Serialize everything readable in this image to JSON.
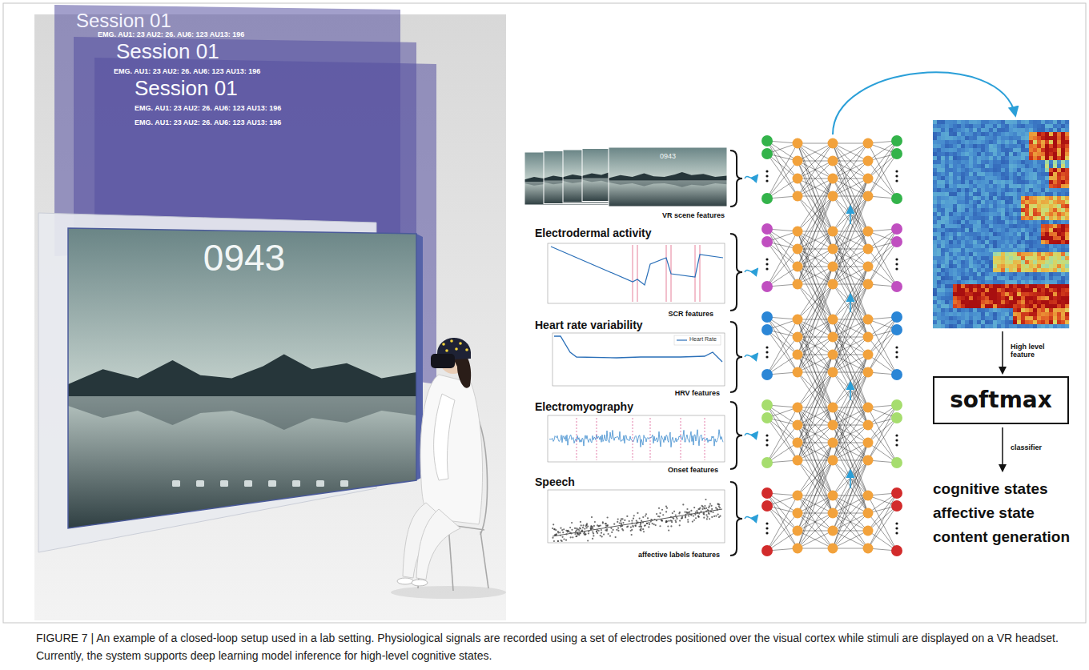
{
  "diagram": {
    "caption": "FIGURE 7 | An example of a closed-loop setup used in a lab setting. Physiological signals are recorded using a set of electrodes positioned over the visual cortex while stimuli are displayed on a VR headset. Currently, the system supports deep learning model inference for high-level cognitive states.",
    "nodes": [
      {
        "text": [
          "VR scene features"
        ]
      },
      {
        "text": [
          "Electrodermal activity",
          "SCR features"
        ]
      },
      {
        "text": [
          "Heart rate variability",
          "HRV features"
        ]
      },
      {
        "text": [
          "Electromyography",
          "Onset features"
        ]
      },
      {
        "text": [
          "Speech",
          "affective labels features"
        ]
      },
      {
        "text": [
          "softmax"
        ]
      }
    ],
    "labels": [
      "Session 01",
      "EMG. AU1: 23 AU2: 26. AU6: 123 AU13: 196",
      "Session 01",
      "EMG. AU1: 23 AU2: 26. AU6: 123 AU13: 196",
      "Session 01",
      "EMG. AU1: 23 AU2: 26. AU6: 123 AU13: 196",
      "EMG. AU1: 23 AU2: 26. AU6: 123 AU13: 196",
      "0943",
      "0943",
      "Heart Rate",
      "High level feature",
      "classifier",
      "cognitive states",
      "affective state",
      "content generation"
    ]
  }
}
